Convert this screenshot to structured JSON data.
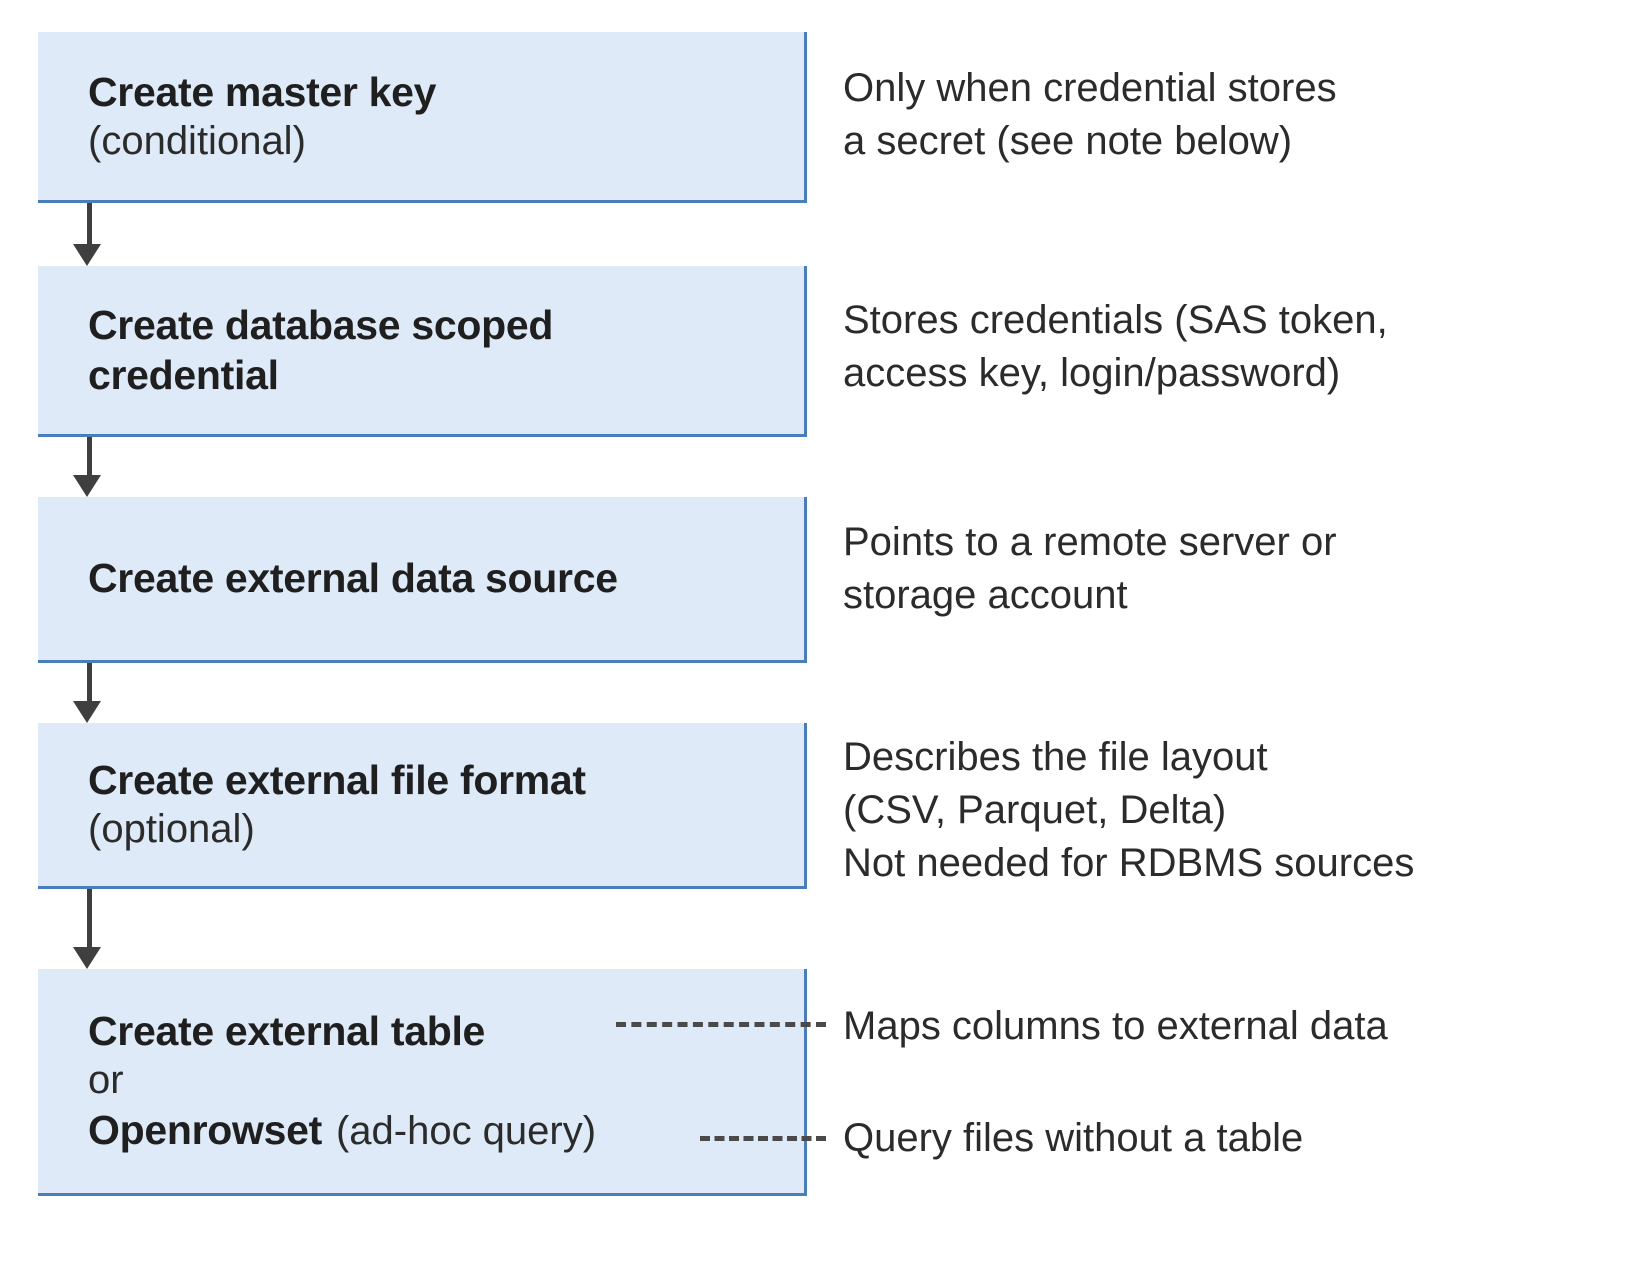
{
  "diagram": {
    "type": "flowchart",
    "orientation": "vertical",
    "colors": {
      "box_fill": "#deeaf8",
      "box_border": "#4a7ebb",
      "arrow": "#3f3f3f",
      "text": "#262626",
      "dashed_connector": "#4a4a4a"
    },
    "steps": [
      {
        "id": "master-key",
        "title": "Create master key",
        "subtitle": "(conditional)",
        "note": "Only when credential stores\na secret (see note below)",
        "connector_to_note": "none"
      },
      {
        "id": "scoped-credential",
        "title_line_1": "Create database scoped",
        "title_line_2": "credential",
        "note": "Stores credentials (SAS token,\naccess key, login/password)",
        "connector_to_note": "none"
      },
      {
        "id": "data-source",
        "title": "Create external data source",
        "note": "Points to a remote server or\nstorage account",
        "connector_to_note": "none"
      },
      {
        "id": "file-format",
        "title": "Create external file format",
        "subtitle": "(optional)",
        "note": "Describes the file layout\n(CSV, Parquet, Delta)\nNot needed for RDBMS sources",
        "connector_to_note": "none"
      },
      {
        "id": "external-table",
        "title": "Create external table",
        "or_label": "or",
        "alt_title": "Openrowset",
        "alt_subtitle": "(ad-hoc query)",
        "note_table": "Maps columns to external data",
        "note_openrowset": "Query files without a table",
        "connector_to_note": "dashed"
      }
    ],
    "arrows": [
      {
        "id": "arrow-1",
        "from": "master-key",
        "to": "scoped-credential"
      },
      {
        "id": "arrow-2",
        "from": "scoped-credential",
        "to": "data-source"
      },
      {
        "id": "arrow-3",
        "from": "data-source",
        "to": "file-format"
      },
      {
        "id": "arrow-4",
        "from": "file-format",
        "to": "external-table"
      }
    ]
  }
}
